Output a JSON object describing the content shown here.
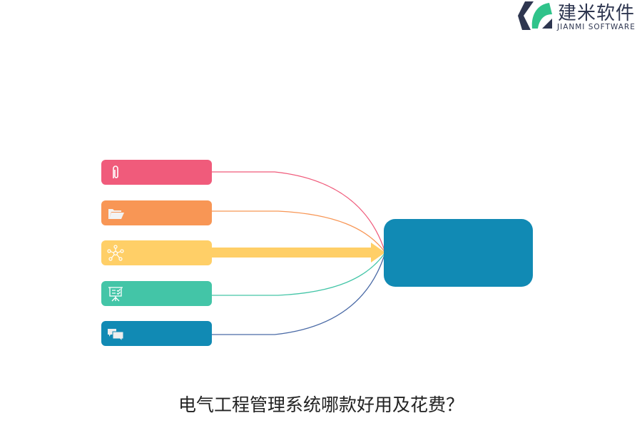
{
  "logo": {
    "cn": "建米软件",
    "en": "JIANMI SOFTWARE"
  },
  "title": "电气工程管理系统哪款好用及花费？",
  "colors": {
    "pink": "#f05b7b",
    "orange": "#f89655",
    "yellow": "#ffcf67",
    "green": "#43c5a7",
    "blue": "#118ab4",
    "navy": "#4a6aa6"
  },
  "items": [
    {
      "icon": "paperclip-icon"
    },
    {
      "icon": "folder-icon"
    },
    {
      "icon": "network-icon"
    },
    {
      "icon": "presentation-icon"
    },
    {
      "icon": "chat-icon"
    }
  ]
}
